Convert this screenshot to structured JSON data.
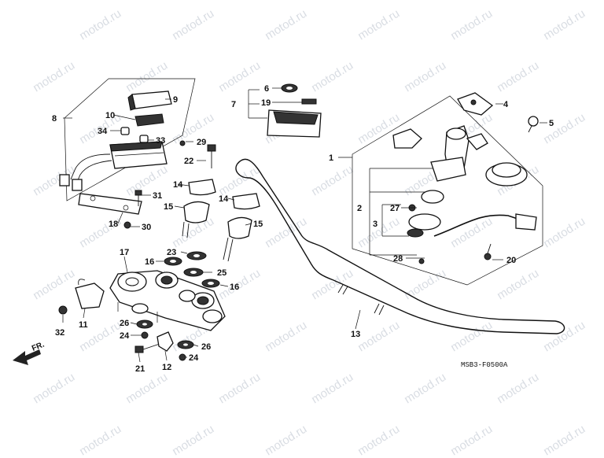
{
  "watermark": "motod.ru",
  "direction_label": "FR.",
  "diagram_code": "MSB3-F0500A",
  "callouts": [
    "1",
    "2",
    "3",
    "4",
    "5",
    "6",
    "7",
    "8",
    "9",
    "10",
    "11",
    "12",
    "13",
    "14",
    "15",
    "16",
    "17",
    "18",
    "19",
    "20",
    "21",
    "22",
    "23",
    "24",
    "25",
    "26",
    "27",
    "28",
    "29",
    "30",
    "31",
    "32",
    "33",
    "34"
  ]
}
